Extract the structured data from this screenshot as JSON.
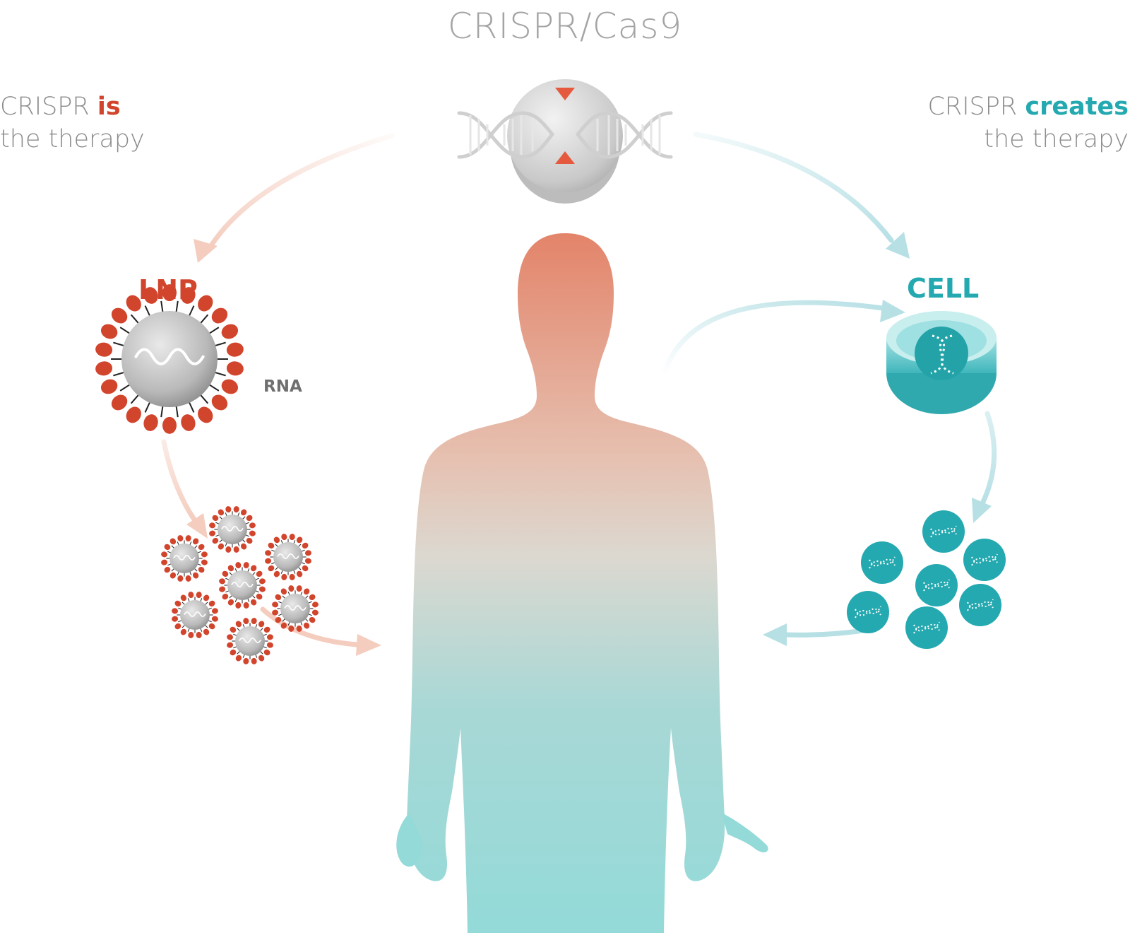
{
  "title": "CRISPR/Cas9",
  "left_caption": {
    "prefix": "CRISPR ",
    "emphasis": "is",
    "line2": "the therapy"
  },
  "right_caption": {
    "prefix": "CRISPR ",
    "emphasis": "creates",
    "line2": "the therapy"
  },
  "lnp_label": "LNP",
  "cell_label": "CELL",
  "rna_label": "RNA",
  "colors": {
    "orange": "#d2452d",
    "light_orange_arrow": "#f4cdbf",
    "teal": "#25a9b0",
    "light_teal_arrow": "#b7e0e5",
    "body_top": "#e3846a",
    "body_bottom": "#93dad8",
    "grey_text": "#a4a4a4"
  },
  "icons": [
    "dna-double-helix-icon",
    "lipid-nanoparticle-icon",
    "petri-dish-icon",
    "human-silhouette-icon",
    "edited-cell-icon"
  ]
}
